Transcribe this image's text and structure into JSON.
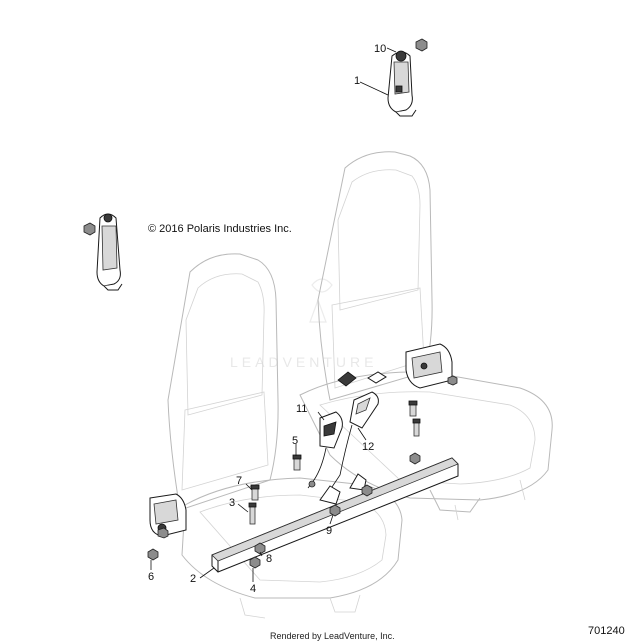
{
  "copyright": "© 2016 Polaris Industries Inc.",
  "diagram_number": "701240",
  "footer": "Rendered by LeadVenture, Inc.",
  "watermark": "LEADVENTURE",
  "callouts": {
    "c1": "1",
    "c2": "2",
    "c3": "3",
    "c4": "4",
    "c5": "5",
    "c6": "6",
    "c7": "7",
    "c8": "8",
    "c9": "9",
    "c10": "10",
    "c11": "11",
    "c12": "12"
  }
}
